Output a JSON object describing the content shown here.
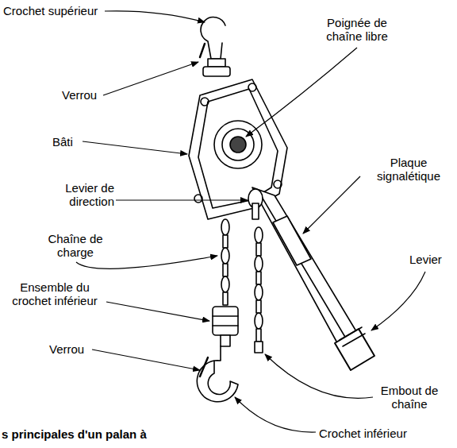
{
  "diagram": {
    "caption": "s principales d'un palan à",
    "labels": [
      "Crochet supérieur",
      "Verrou",
      "Bâti",
      "Levier de direction",
      "Chaîne de charge",
      "Ensemble du crochet inférieur",
      "Verrou",
      "Poignée de chaîne libre",
      "Plaque signalétique",
      "Levier",
      "Embout de chaîne",
      "Crochet inférieur"
    ]
  }
}
